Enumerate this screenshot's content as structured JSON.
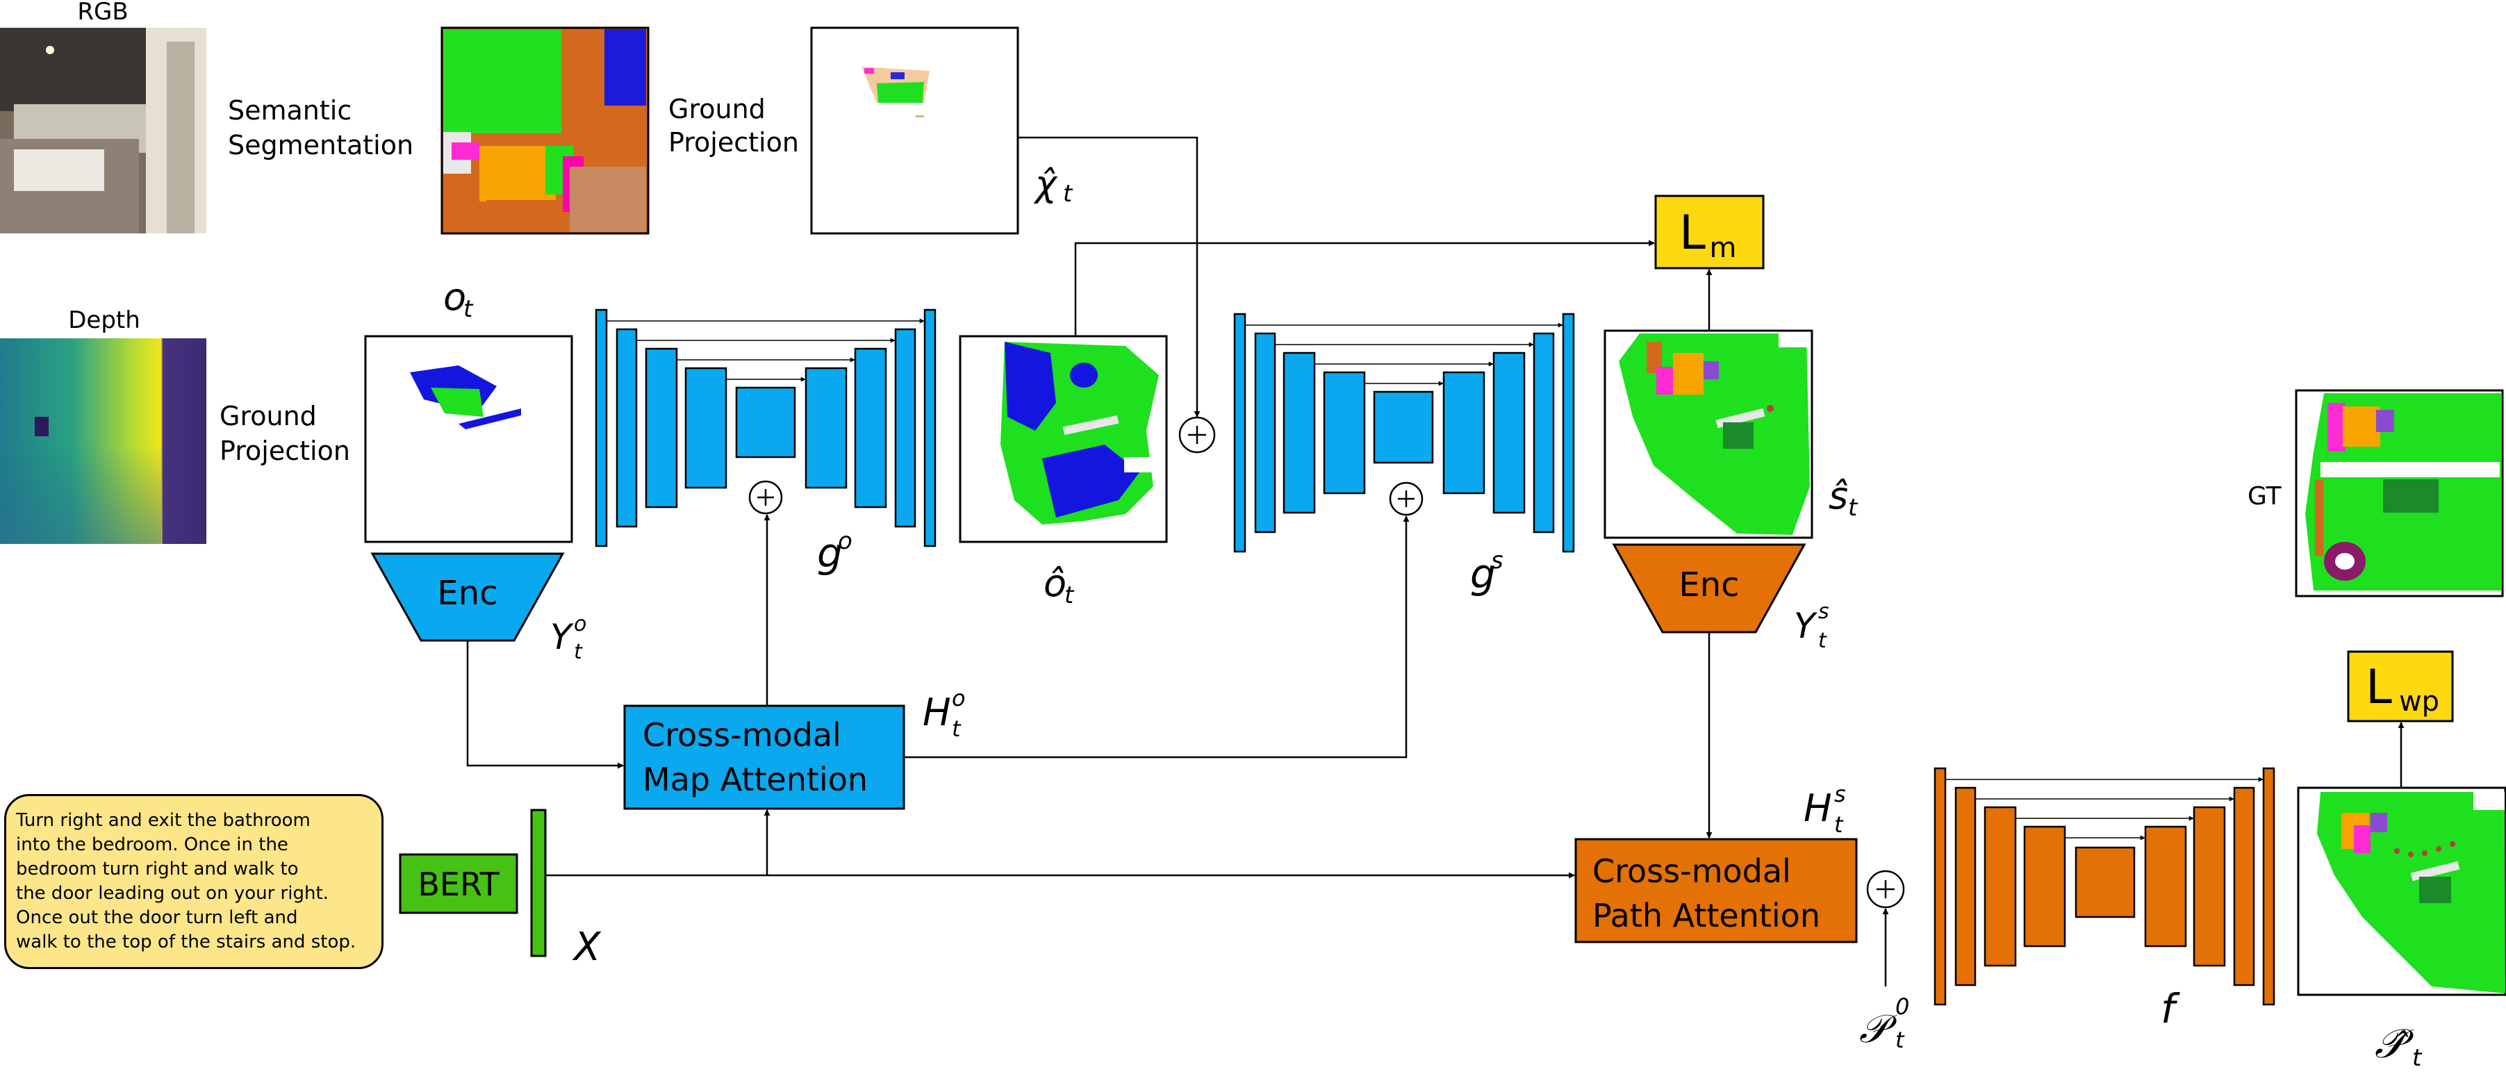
{
  "labels": {
    "rgb": "RGB",
    "depth": "Depth",
    "semantic_line1": "Semantic",
    "semantic_line2": "Segmentation",
    "ground_proj_top_line1": "Ground",
    "ground_proj_top_line2": "Projection",
    "ground_proj_left_line1": "Ground",
    "ground_proj_left_line2": "Projection",
    "gt": "GT"
  },
  "blocks": {
    "enc_obs": "Enc",
    "enc_sem": "Enc",
    "map_attention_line1": "Cross-modal",
    "map_attention_line2": "Map Attention",
    "path_attention_line1": "Cross-modal",
    "path_attention_line2": "Path Attention",
    "bert": "BERT",
    "loss_map": "L",
    "loss_map_sub": "m",
    "loss_wp": "L",
    "loss_wp_sub": "wp",
    "plus": "+"
  },
  "math": {
    "o_t": "o",
    "o_t_sub": "t",
    "chi_hat_t": "χ̂",
    "chi_sub": "t",
    "o_hat_t": "ô",
    "o_hat_sub": "t",
    "g_o": "g",
    "g_o_sup": "o",
    "g_s": "g",
    "g_s_sup": "s",
    "s_hat_t": "ŝ",
    "s_hat_sub": "t",
    "Y_o": "Y",
    "Y_o_sup": "o",
    "Y_o_sub": "t",
    "Y_s": "Y",
    "Y_s_sup": "s",
    "Y_s_sub": "t",
    "H_o": "H",
    "H_o_sup": "o",
    "H_o_sub": "t",
    "H_s": "H",
    "H_s_sup": "s",
    "H_s_sub": "t",
    "X": "X",
    "P0": "𝒫",
    "P0_sup": "0",
    "P0_sub": "t",
    "f": "f",
    "P_hat": "𝒫̂",
    "P_hat_sub": "t"
  },
  "instruction": "Turn right and exit the bathroom\ninto the bedroom. Once in the\nbedroom turn right and walk to\nthe door leading out on your right.\nOnce out the door turn left and\nwalk to the top of the stairs and stop.",
  "colors": {
    "blue": "#0aa9ef",
    "orange": "#e37106",
    "green": "#46c214",
    "yellow": "#ffd90f",
    "instruction_bg": "#fde68a"
  }
}
